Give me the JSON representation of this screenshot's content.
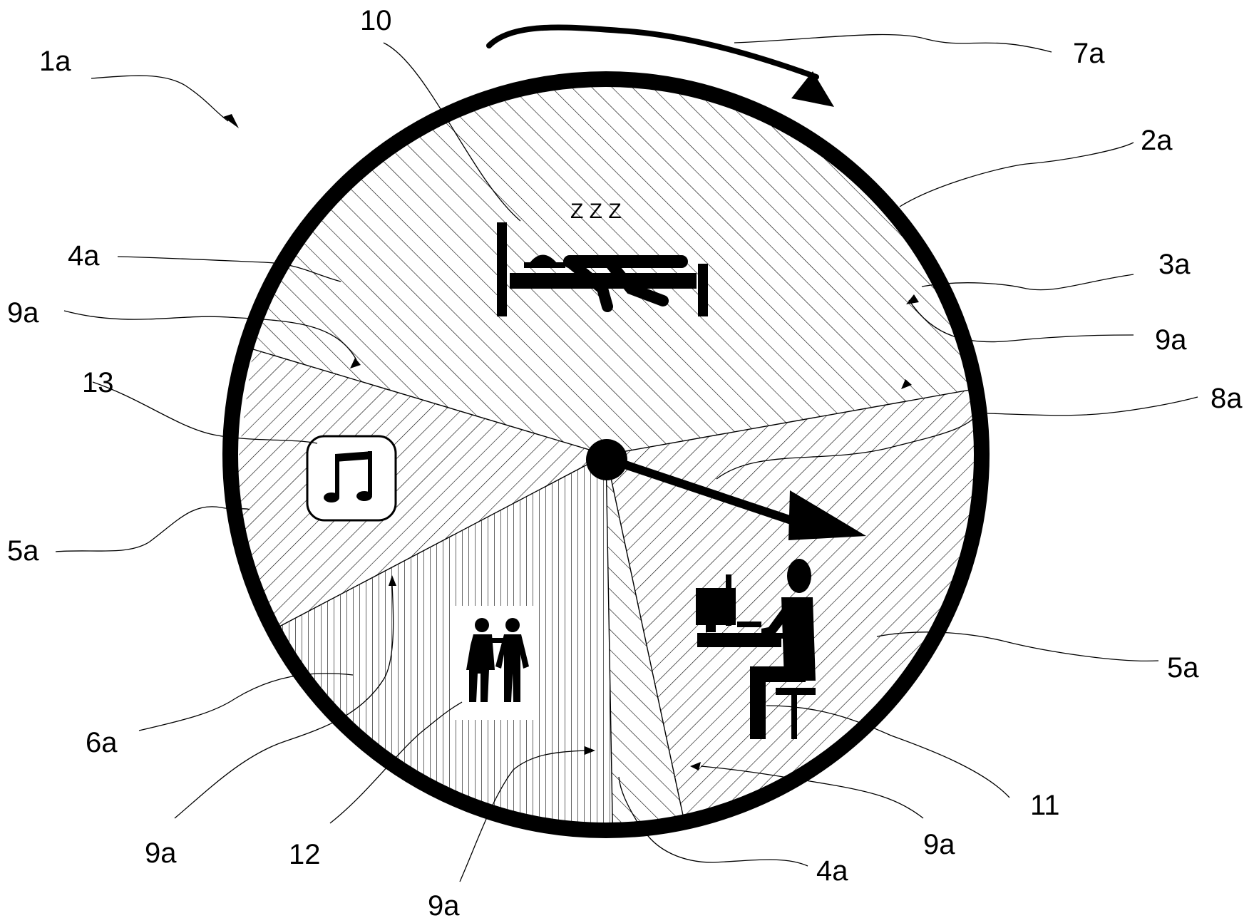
{
  "diagram": {
    "labels": {
      "label_1a": "1a",
      "label_10": "10",
      "label_7a": "7a",
      "label_2a": "2a",
      "label_3a": "3a",
      "label_4a_top": "4a",
      "label_9a_left": "9a",
      "label_9a_right": "9a",
      "label_8a": "8a",
      "label_13": "13",
      "label_5a_left": "5a",
      "label_5a_right": "5a",
      "label_6a": "6a",
      "label_9a_bottom_left": "9a",
      "label_12": "12",
      "label_9a_bottom": "9a",
      "label_4a_bottom": "4a",
      "label_9a_bottom_right": "9a",
      "label_11": "11"
    },
    "sleep_text": "Z Z Z",
    "icons": {
      "sleep": "sleeping-person-icon",
      "music": "music-note-icon",
      "social": "two-people-icon",
      "work": "person-at-computer-icon"
    },
    "colors": {
      "ink": "#000000",
      "paper": "#ffffff"
    }
  }
}
